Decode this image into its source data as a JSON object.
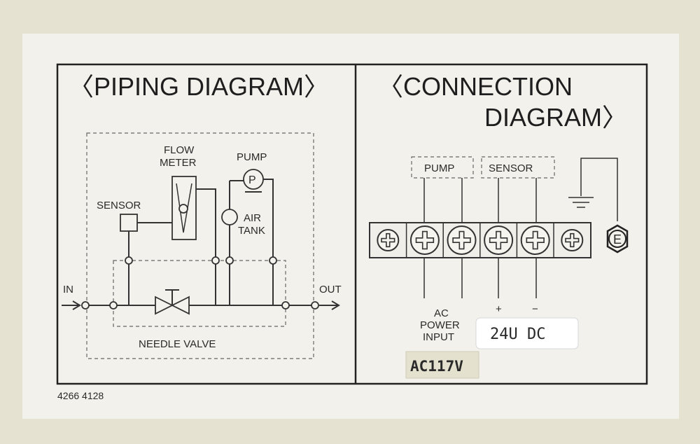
{
  "piping": {
    "title": "〈PIPING DIAGRAM〉",
    "flow_meter_line1": "FLOW",
    "flow_meter_line2": "METER",
    "pump": "PUMP",
    "pump_symbol": "P",
    "sensor": "SENSOR",
    "air_tank_line1": "AIR",
    "air_tank_line2": "TANK",
    "in": "IN",
    "out": "OUT",
    "needle_valve": "NEEDLE VALVE"
  },
  "connection": {
    "title_line1": "〈CONNECTION",
    "title_line2": "DIAGRAM〉",
    "pump_group": "PUMP",
    "sensor_group": "SENSOR",
    "earth_symbol": "E",
    "plus": "+",
    "minus": "−",
    "ac_line1": "AC",
    "ac_line2": "POWER",
    "ac_line3": "INPUT",
    "dc_sticker": "24U DC",
    "ac_sticker": "AC117V"
  },
  "part_number": "4266 4128"
}
